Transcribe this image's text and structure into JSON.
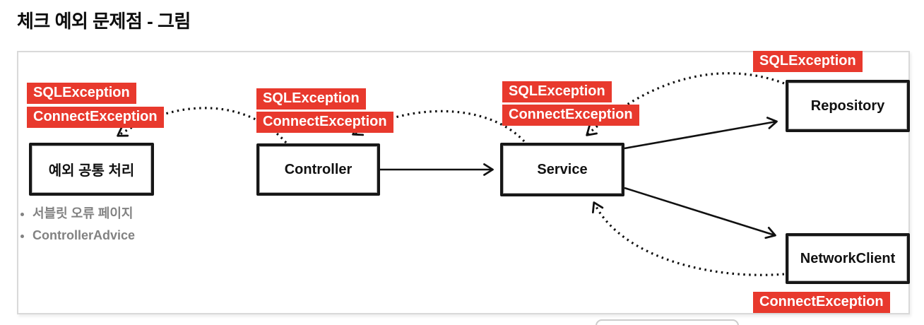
{
  "page": {
    "title": "체크 예외 문제점 - 그림"
  },
  "nodes": {
    "common_handler": "예외 공통 처리",
    "controller": "Controller",
    "service": "Service",
    "repository": "Repository",
    "network_client": "NetworkClient"
  },
  "badges": {
    "common_sql": "SQLException",
    "common_connect": "ConnectException",
    "controller_sql": "SQLException",
    "controller_connect": "ConnectException",
    "service_sql": "SQLException",
    "service_connect": "ConnectException",
    "repository_sql": "SQLException",
    "network_connect": "ConnectException"
  },
  "notes": [
    "서블릿 오류 페이지",
    "ControllerAdvice"
  ],
  "edges": [
    {
      "from": "controller",
      "to": "service",
      "style": "solid"
    },
    {
      "from": "service",
      "to": "repository",
      "style": "solid"
    },
    {
      "from": "service",
      "to": "network_client",
      "style": "solid"
    },
    {
      "from": "repository",
      "to": "service",
      "style": "dotted"
    },
    {
      "from": "service",
      "to": "controller",
      "style": "dotted"
    },
    {
      "from": "controller",
      "to": "common_handler",
      "style": "dotted"
    },
    {
      "from": "network_client",
      "to": "service",
      "style": "dotted"
    }
  ],
  "colors": {
    "badge_background": "#e8392d",
    "badge_text": "#ffffff",
    "line": "#111111",
    "note_text": "#828282",
    "frame_border": "#d9d9d9"
  }
}
